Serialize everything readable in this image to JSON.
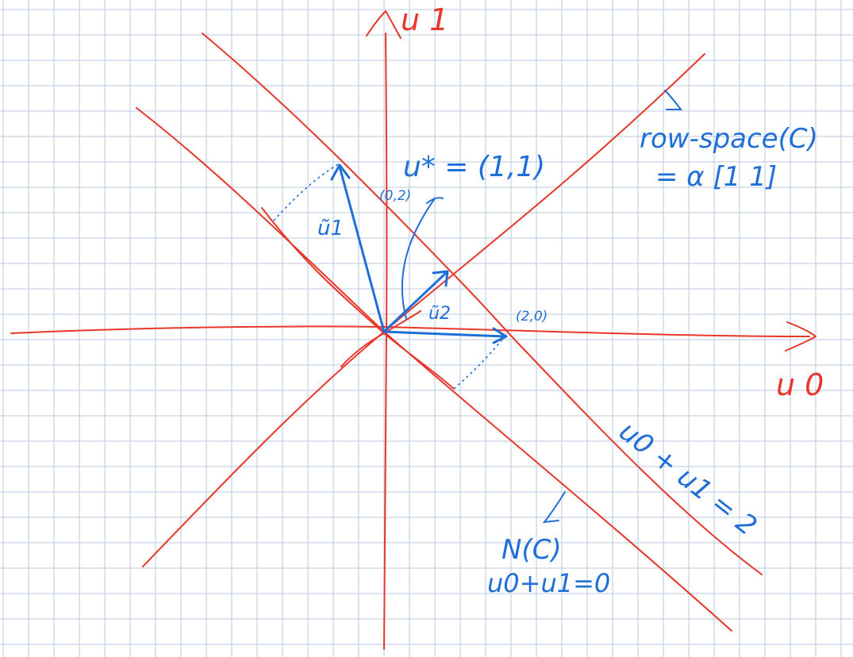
{
  "colors": {
    "grid": "#b9c8e4",
    "axes": "#e8372a",
    "vectors": "#1f6fd6",
    "paper": "#ffffff"
  },
  "labels": {
    "axis_u1": "u 1",
    "axis_u0": "u 0",
    "u_star": "u* = (1,1)",
    "point_02": "(0,2)",
    "point_20": "(2,0)",
    "vec_u1": "ũ1",
    "vec_u2": "ũ2",
    "row_space_line1": "row-space(C)",
    "row_space_line2": "= α [1 1]",
    "line_sum2": "u0 + u1 = 2",
    "null_space": "N(C)",
    "null_eq": "u0+u1=0"
  }
}
